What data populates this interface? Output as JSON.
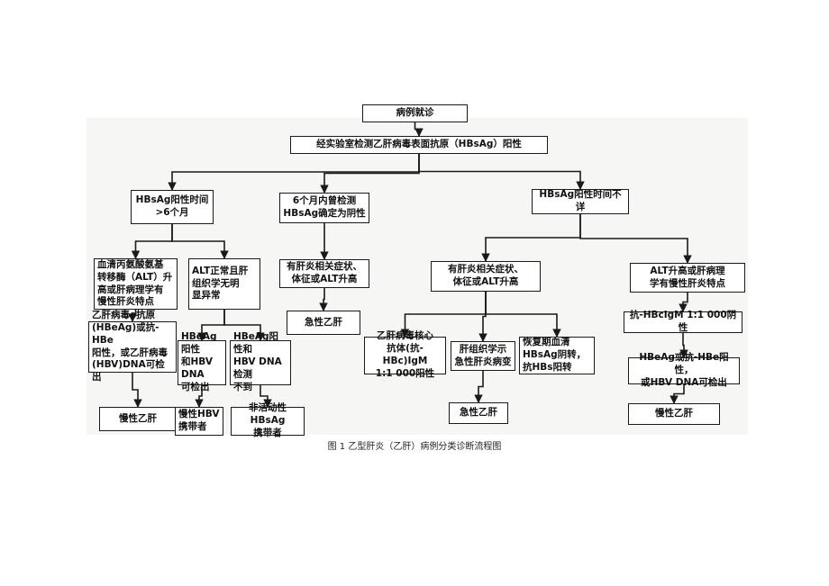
{
  "diagram": {
    "nodes": [
      {
        "id": "visit",
        "text": "病例就诊"
      },
      {
        "id": "hbsag_pos",
        "text": "经实验室检测乙肝病毒表面抗原（HBsAg）阳性"
      },
      {
        "id": "gt6m",
        "text": "HBsAg阳性时间\n>6个月"
      },
      {
        "id": "neg6m",
        "text": "6个月内曾检测\nHBsAg确定为阴性"
      },
      {
        "id": "unknown",
        "text": "HBsAg阳性时间不详"
      },
      {
        "id": "alt_high",
        "text": "血清丙氨酸氨基\n转移酶（ALT）升\n高或肝病理学有\n慢性肝炎特点"
      },
      {
        "id": "alt_normal",
        "text": "ALT正常且肝\n组织学无明\n显异常"
      },
      {
        "id": "symptoms_mid",
        "text": "有肝炎相关症状、\n体征或ALT升高"
      },
      {
        "id": "acute_mid",
        "text": "急性乙肝"
      },
      {
        "id": "symptoms_right",
        "text": "有肝炎相关症状、\n体征或ALT升高"
      },
      {
        "id": "alt_pathology",
        "text": "ALT升高或肝病理\n学有慢性肝炎特点"
      },
      {
        "id": "hbeag_pos_left",
        "text": "乙肝病毒e抗原\n(HBeAg)或抗-HBe\n阳性，或乙肝病毒\n(HBV)DNA可检出"
      },
      {
        "id": "chronic_left",
        "text": "慢性乙肝"
      },
      {
        "id": "hbeag_dna_pos",
        "text": "HBeAg阳性\n和HBV DNA\n可检出"
      },
      {
        "id": "carrier",
        "text": "慢性HBV\n携带者"
      },
      {
        "id": "hbeag_dna_neg",
        "text": "HBeAg阳性和\nHBV DNA检测\n不到"
      },
      {
        "id": "inactive_carrier",
        "text": "非活动性HBsAg\n携带者"
      },
      {
        "id": "anti_hbc",
        "text": "乙肝病毒核心\n抗体(抗-HBc)IgM\n1:1 000阳性"
      },
      {
        "id": "histology",
        "text": "肝组织学示\n急性肝炎病变"
      },
      {
        "id": "recovery",
        "text": "恢复期血清\nHBsAg阴转，\n抗HBs阳转"
      },
      {
        "id": "acute_right",
        "text": "急性乙肝"
      },
      {
        "id": "anti_hbc_igm",
        "text": "抗-HBcIgM 1:1 000阴性"
      },
      {
        "id": "hbeag_right",
        "text": "HBeAg或抗-HBe阳性，\n或HBV DNA可检出"
      },
      {
        "id": "chronic_right",
        "text": "慢性乙肝"
      }
    ],
    "edges": [
      [
        "visit",
        "hbsag_pos"
      ],
      [
        "hbsag_pos",
        "gt6m"
      ],
      [
        "hbsag_pos",
        "neg6m"
      ],
      [
        "hbsag_pos",
        "unknown"
      ],
      [
        "gt6m",
        "alt_high"
      ],
      [
        "gt6m",
        "alt_normal"
      ],
      [
        "alt_high",
        "hbeag_pos_left"
      ],
      [
        "hbeag_pos_left",
        "chronic_left"
      ],
      [
        "alt_normal",
        "hbeag_dna_pos"
      ],
      [
        "alt_normal",
        "hbeag_dna_neg"
      ],
      [
        "hbeag_dna_pos",
        "carrier"
      ],
      [
        "hbeag_dna_neg",
        "inactive_carrier"
      ],
      [
        "neg6m",
        "symptoms_mid"
      ],
      [
        "symptoms_mid",
        "acute_mid"
      ],
      [
        "unknown",
        "symptoms_right"
      ],
      [
        "unknown",
        "alt_pathology"
      ],
      [
        "symptoms_right",
        "anti_hbc"
      ],
      [
        "symptoms_right",
        "histology"
      ],
      [
        "symptoms_right",
        "recovery"
      ],
      [
        "histology",
        "acute_right"
      ],
      [
        "alt_pathology",
        "anti_hbc_igm"
      ],
      [
        "anti_hbc_igm",
        "hbeag_right"
      ],
      [
        "hbeag_right",
        "chronic_right"
      ]
    ]
  },
  "caption": "图 1 乙型肝炎（乙肝）病例分类诊断流程图",
  "colors": {
    "line": "#1a1a1a",
    "box": "#ffffff",
    "background": "#f6f6f4"
  }
}
